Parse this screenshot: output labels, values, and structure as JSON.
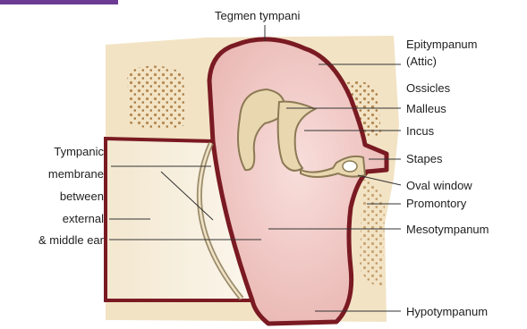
{
  "diagram": {
    "labels": {
      "tegmen": "Tegmen tympani",
      "epitympanum_1": "Epitympanum",
      "epitympanum_2": "(Attic)",
      "ossicles": "Ossicles",
      "malleus": "Malleus",
      "incus": "Incus",
      "stapes": "Stapes",
      "oval_window": "Oval window",
      "promontory": "Promontory",
      "mesotympanum": "Mesotympanum",
      "hypotympanum": "Hypotympanum",
      "tm_1": "Tympanic",
      "tm_2": "membrane",
      "tm_3": "between",
      "tm_4": "external",
      "tm_5": "& middle ear"
    },
    "colors": {
      "cavity_fill": "#f2c6c3",
      "cavity_light": "#f8dedb",
      "wall_stroke": "#7a1a22",
      "bone": "#f2e3c4",
      "bone_dots": "#b58a55",
      "canal": "#f6ecd6",
      "ossicle_fill": "#e9d7b0",
      "ossicle_stroke": "#8c7a55",
      "leader_line": "#333333",
      "accent_tab": "#6b3b94"
    }
  }
}
